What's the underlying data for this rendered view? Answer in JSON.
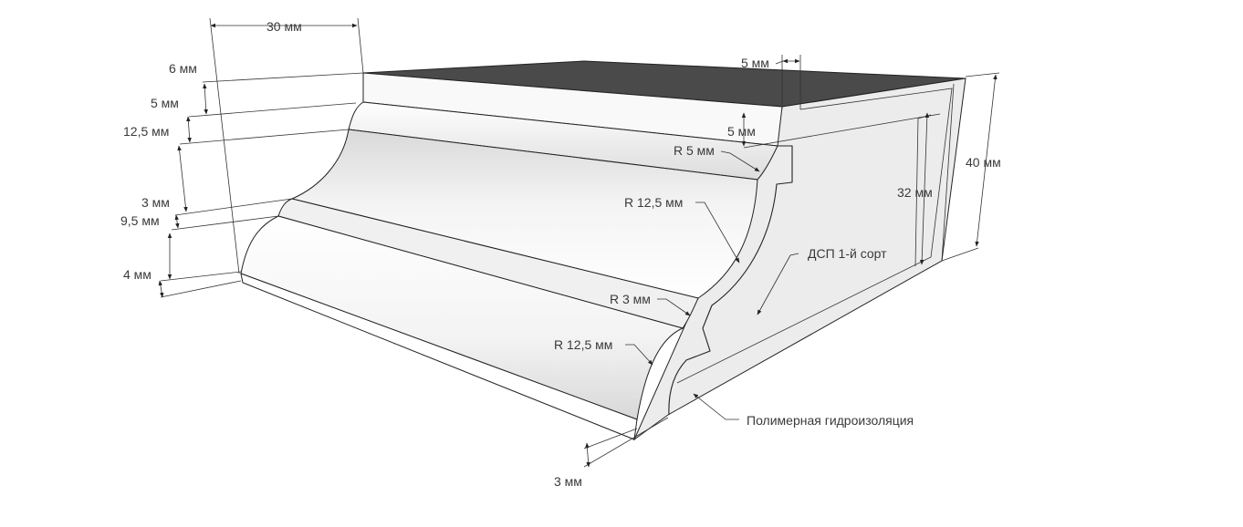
{
  "diagram": {
    "dimensions": {
      "top_width": "30 мм",
      "top_layer": "6 мм",
      "upper_band": "5 мм",
      "upper_cove": "12,5 мм",
      "small_step": "3 мм",
      "lower_band": "9,5 мм",
      "bottom_layer": "4 мм",
      "side_offset_top": "5 мм",
      "side_offset_inner": "5 мм",
      "inner_height": "32 мм",
      "total_height": "40 мм",
      "bottom_offset": "3 мм"
    },
    "radii": {
      "r_upper_bead": "R 5 мм",
      "r_upper_cove": "R 12,5 мм",
      "r_lower_bead": "R 3 мм",
      "r_lower_cove": "R 12,5 мм"
    },
    "materials": {
      "core": "ДСП 1-й сорт",
      "coating": "Полимерная гидроизоляция"
    }
  }
}
